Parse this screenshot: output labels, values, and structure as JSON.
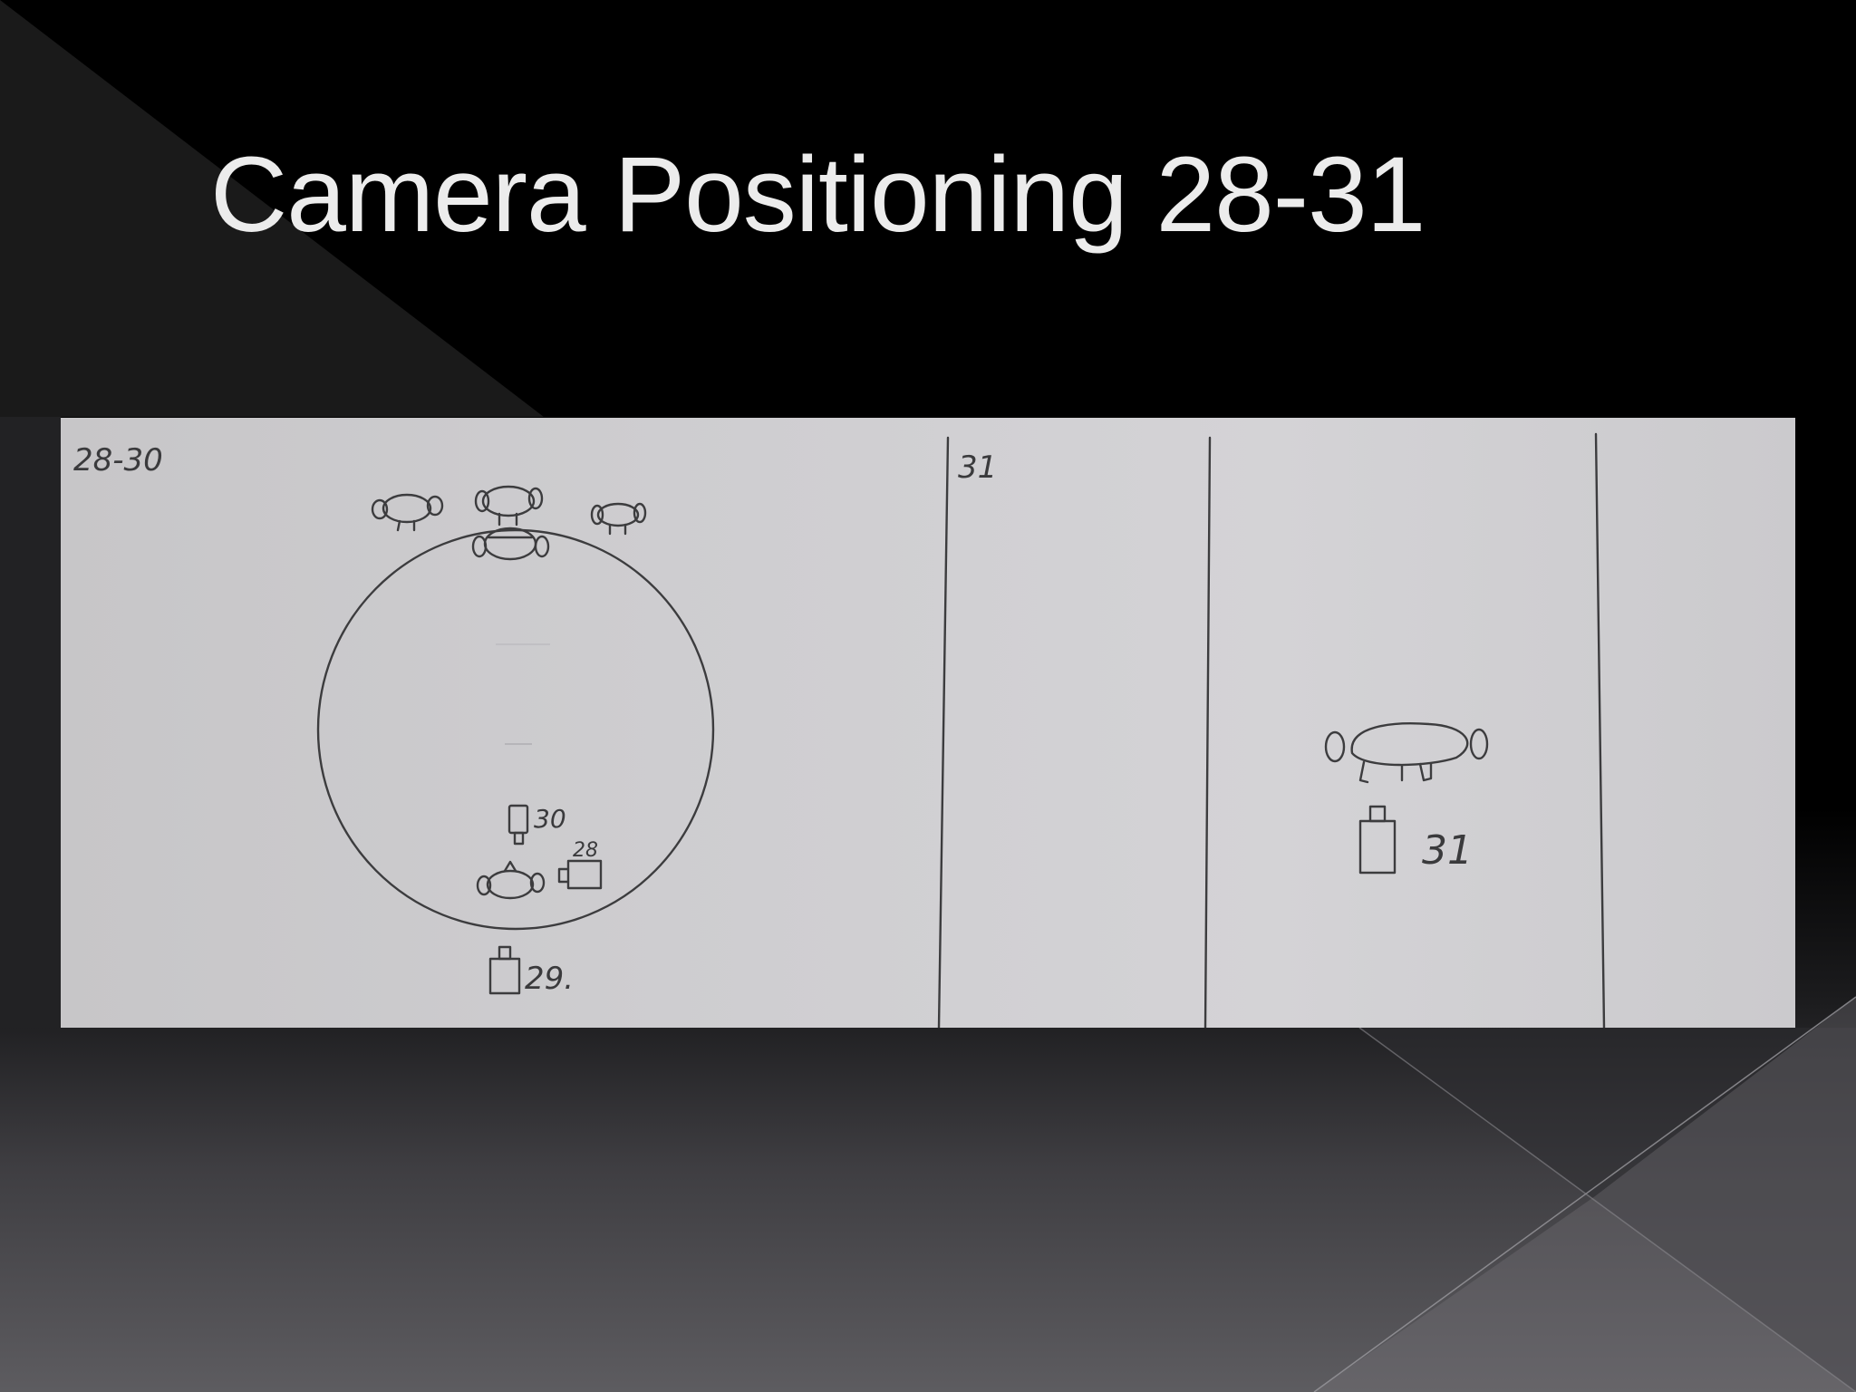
{
  "slide": {
    "title": "Camera Positioning 28-31"
  },
  "sketch": {
    "panel_labels": {
      "left": "28-30",
      "right": "31"
    },
    "camera_labels": {
      "cam_28": "28",
      "cam_29": "29.",
      "cam_30": "30",
      "cam_31": "31"
    }
  },
  "colors": {
    "title": "#ececec",
    "paper": "#cfced1",
    "ink": "#3c3c3e"
  }
}
